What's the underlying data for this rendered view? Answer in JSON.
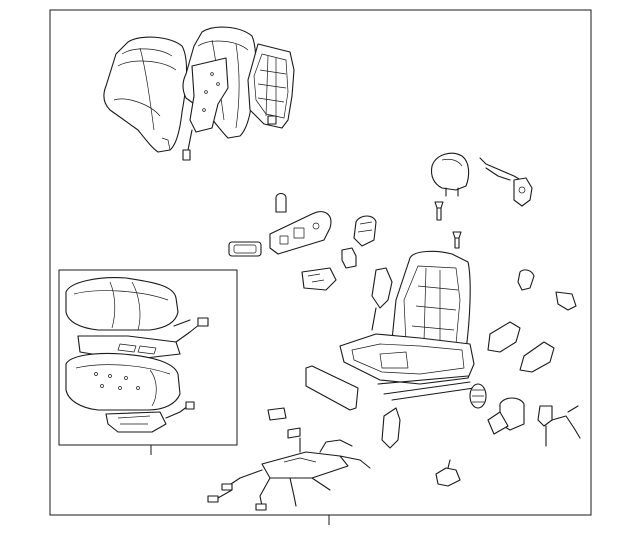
{
  "diagram": {
    "description_labels": [],
    "parts": [
      {
        "name": "seat-back-cover"
      },
      {
        "name": "seat-back-pad"
      },
      {
        "name": "seat-back-board"
      },
      {
        "name": "headrest"
      },
      {
        "name": "headrest-guide"
      },
      {
        "name": "seat-frame"
      },
      {
        "name": "seat-cushion-cover"
      },
      {
        "name": "seat-cushion-pad"
      },
      {
        "name": "wire-harness"
      },
      {
        "name": "side-shield"
      },
      {
        "name": "switch-knob"
      },
      {
        "name": "seat-belt-buckle"
      }
    ]
  }
}
